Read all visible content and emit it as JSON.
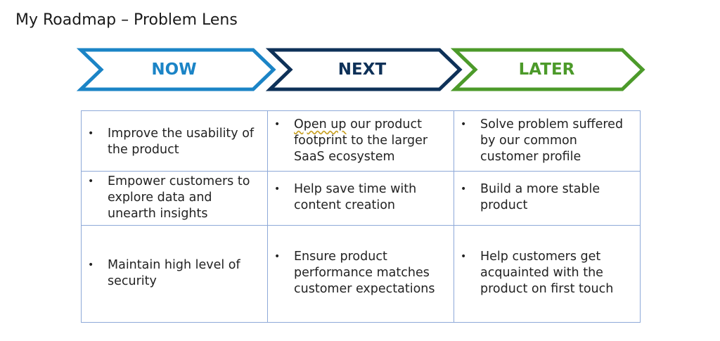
{
  "title": "My Roadmap – Problem Lens",
  "phases": [
    {
      "label": "NOW",
      "color": "#1b84c6"
    },
    {
      "label": "NEXT",
      "color": "#0e3158"
    },
    {
      "label": "LATER",
      "color": "#4c9a2a"
    }
  ],
  "rows": [
    [
      {
        "text": "Improve the usability of the product"
      },
      {
        "lead": "Open up",
        "text": " our product footprint to the larger SaaS ecosystem"
      },
      {
        "text": "Solve problem suffered by our common customer profile"
      }
    ],
    [
      {
        "text": "Empower customers to explore data and unearth insights"
      },
      {
        "text": "Help save time with content creation"
      },
      {
        "text": "Build a more stable product"
      }
    ],
    [
      {
        "text": "Maintain high level of security"
      },
      {
        "text": "Ensure product performance matches customer expectations"
      },
      {
        "text": "Help customers get acquainted with the product on first touch"
      }
    ]
  ]
}
